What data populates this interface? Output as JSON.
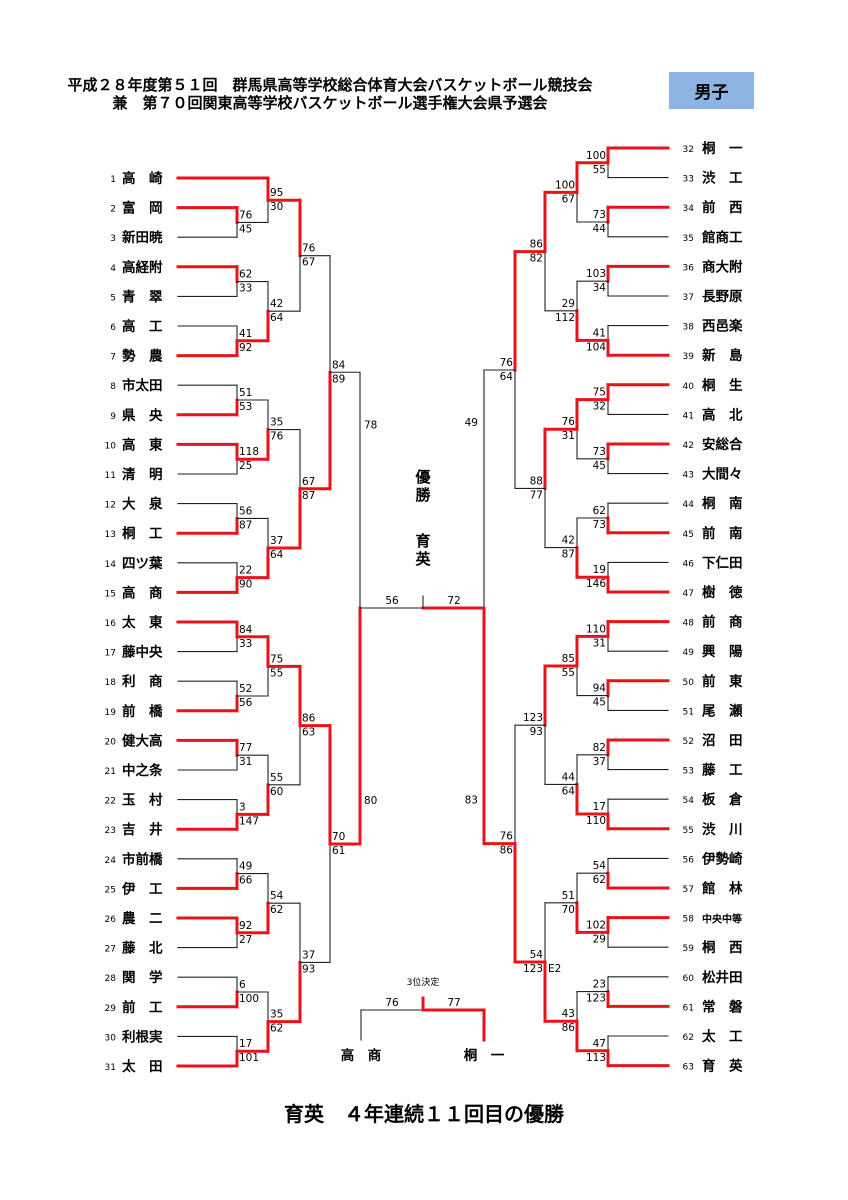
{
  "header": {
    "line1": "平成２８年度第５１回　群馬県高等学校総合体育大会バスケットボール競技会",
    "line2": "兼　第７０回関東高等学校バスケットボール選手権大会県予選会",
    "category": "男子"
  },
  "bracket": {
    "left_teams": [
      {
        "no": "1",
        "name": "高　崎"
      },
      {
        "no": "2",
        "name": "富　岡"
      },
      {
        "no": "3",
        "name": "新田暁"
      },
      {
        "no": "4",
        "name": "高経附"
      },
      {
        "no": "5",
        "name": "青　翠"
      },
      {
        "no": "6",
        "name": "高　工"
      },
      {
        "no": "7",
        "name": "勢　農"
      },
      {
        "no": "8",
        "name": "市太田"
      },
      {
        "no": "9",
        "name": "県　央"
      },
      {
        "no": "10",
        "name": "高　東"
      },
      {
        "no": "11",
        "name": "清　明"
      },
      {
        "no": "12",
        "name": "大　泉"
      },
      {
        "no": "13",
        "name": "桐　工"
      },
      {
        "no": "14",
        "name": "四ツ葉"
      },
      {
        "no": "15",
        "name": "高　商"
      },
      {
        "no": "16",
        "name": "太　東"
      },
      {
        "no": "17",
        "name": "藤中央"
      },
      {
        "no": "18",
        "name": "利　商"
      },
      {
        "no": "19",
        "name": "前　橋"
      },
      {
        "no": "20",
        "name": "健大高"
      },
      {
        "no": "21",
        "name": "中之条"
      },
      {
        "no": "22",
        "name": "玉　村"
      },
      {
        "no": "23",
        "name": "吉　井"
      },
      {
        "no": "24",
        "name": "市前橋"
      },
      {
        "no": "25",
        "name": "伊　工"
      },
      {
        "no": "26",
        "name": "農　二"
      },
      {
        "no": "27",
        "name": "藤　北"
      },
      {
        "no": "28",
        "name": "関　学"
      },
      {
        "no": "29",
        "name": "前　工"
      },
      {
        "no": "30",
        "name": "利根実"
      },
      {
        "no": "31",
        "name": "太　田"
      }
    ],
    "right_teams": [
      {
        "no": "32",
        "name": "桐　一"
      },
      {
        "no": "33",
        "name": "渋　工"
      },
      {
        "no": "34",
        "name": "前　西"
      },
      {
        "no": "35",
        "name": "館商工"
      },
      {
        "no": "36",
        "name": "商大附"
      },
      {
        "no": "37",
        "name": "長野原"
      },
      {
        "no": "38",
        "name": "西邑楽"
      },
      {
        "no": "39",
        "name": "新　島"
      },
      {
        "no": "40",
        "name": "桐　生"
      },
      {
        "no": "41",
        "name": "高　北"
      },
      {
        "no": "42",
        "name": "安総合"
      },
      {
        "no": "43",
        "name": "大間々"
      },
      {
        "no": "44",
        "name": "桐　南"
      },
      {
        "no": "45",
        "name": "前　南"
      },
      {
        "no": "46",
        "name": "下仁田"
      },
      {
        "no": "47",
        "name": "樹　徳"
      },
      {
        "no": "48",
        "name": "前　商"
      },
      {
        "no": "49",
        "name": "興　陽"
      },
      {
        "no": "50",
        "name": "前　東"
      },
      {
        "no": "51",
        "name": "尾　瀬"
      },
      {
        "no": "52",
        "name": "沼　田"
      },
      {
        "no": "53",
        "name": "藤　工"
      },
      {
        "no": "54",
        "name": "板　倉"
      },
      {
        "no": "55",
        "name": "渋　川"
      },
      {
        "no": "56",
        "name": "伊勢崎"
      },
      {
        "no": "57",
        "name": "館　林"
      },
      {
        "no": "58",
        "name": "中央中等"
      },
      {
        "no": "59",
        "name": "桐　西"
      },
      {
        "no": "60",
        "name": "松井田"
      },
      {
        "no": "61",
        "name": "常　磐"
      },
      {
        "no": "62",
        "name": "太　工"
      },
      {
        "no": "63",
        "name": "育　英"
      }
    ],
    "left_scores": [
      "95",
      "30",
      "76",
      "45",
      "62",
      "33",
      "42",
      "64",
      "41",
      "92",
      "76",
      "67",
      "51",
      "53",
      "35",
      "76",
      "118",
      "25",
      "56",
      "87",
      "37",
      "64",
      "22",
      "90",
      "67",
      "87",
      "84",
      "89",
      "78",
      "84",
      "33",
      "75",
      "55",
      "52",
      "56",
      "86",
      "63",
      "77",
      "31",
      "55",
      "60",
      "3",
      "147",
      "49",
      "66",
      "54",
      "62",
      "92",
      "27",
      "37",
      "93",
      "6",
      "100",
      "35",
      "62",
      "17",
      "101",
      "70",
      "61",
      "80"
    ],
    "right_scores": [
      "100",
      "55",
      "100",
      "67",
      "73",
      "44",
      "86",
      "82",
      "103",
      "34",
      "29",
      "112",
      "41",
      "104",
      "76",
      "64",
      "75",
      "32",
      "76",
      "31",
      "73",
      "45",
      "88",
      "77",
      "62",
      "73",
      "42",
      "87",
      "19",
      "146",
      "49",
      "110",
      "31",
      "85",
      "55",
      "94",
      "45",
      "123",
      "93",
      "82",
      "37",
      "44",
      "64",
      "17",
      "110",
      "76",
      "86",
      "54",
      "62",
      "51",
      "70",
      "102",
      "29",
      "54",
      "123",
      "E2",
      "23",
      "123",
      "43",
      "86",
      "47",
      "113",
      "83"
    ],
    "final_scores": [
      "56",
      "72"
    ],
    "champion_label": "優勝",
    "champion_name": "育英",
    "third_place": {
      "label": "3位決定",
      "scores": [
        "76",
        "77"
      ],
      "team_left": "高商",
      "team_right": "桐一"
    }
  },
  "footer": "育英　４年連続１１回目の優勝",
  "colors": {
    "winner_line": "#e8141c",
    "loser_line": "#222222",
    "badge": "#8eb4e3"
  }
}
